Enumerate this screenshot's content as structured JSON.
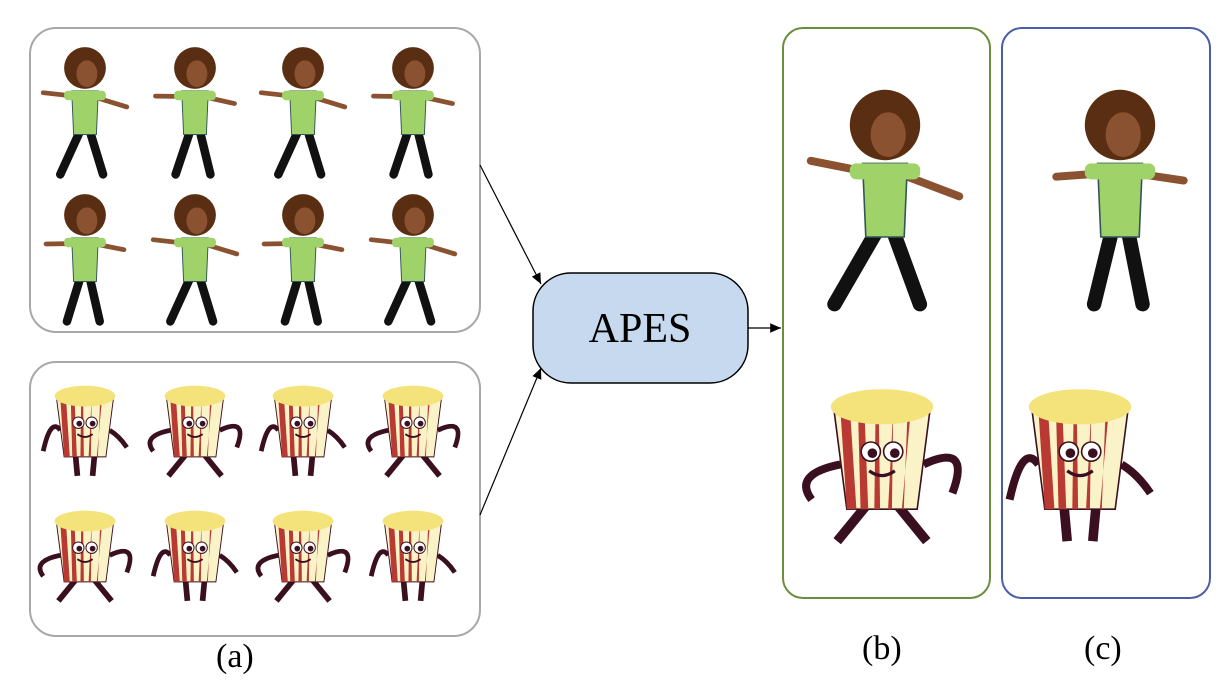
{
  "center_node": {
    "label": "APES"
  },
  "labels": {
    "a": "(a)",
    "b": "(b)",
    "c": "(c)"
  },
  "colors": {
    "node_fill": "#c6d9ef",
    "box_a_stroke": "#a8a8a8",
    "box_b_stroke": "#6b8e3c",
    "box_c_stroke": "#4a5ea8",
    "shirt": "#9fd36a",
    "hair": "#5a2e12",
    "skin": "#8a5230",
    "pants": "#111111",
    "popcorn_red": "#b83a32",
    "popcorn_cream": "#fbf3c8",
    "popcorn_top": "#f4e27a",
    "limbs": "#3a0f1f"
  },
  "icons": [
    "cartoon-person",
    "cartoon-popcorn"
  ]
}
